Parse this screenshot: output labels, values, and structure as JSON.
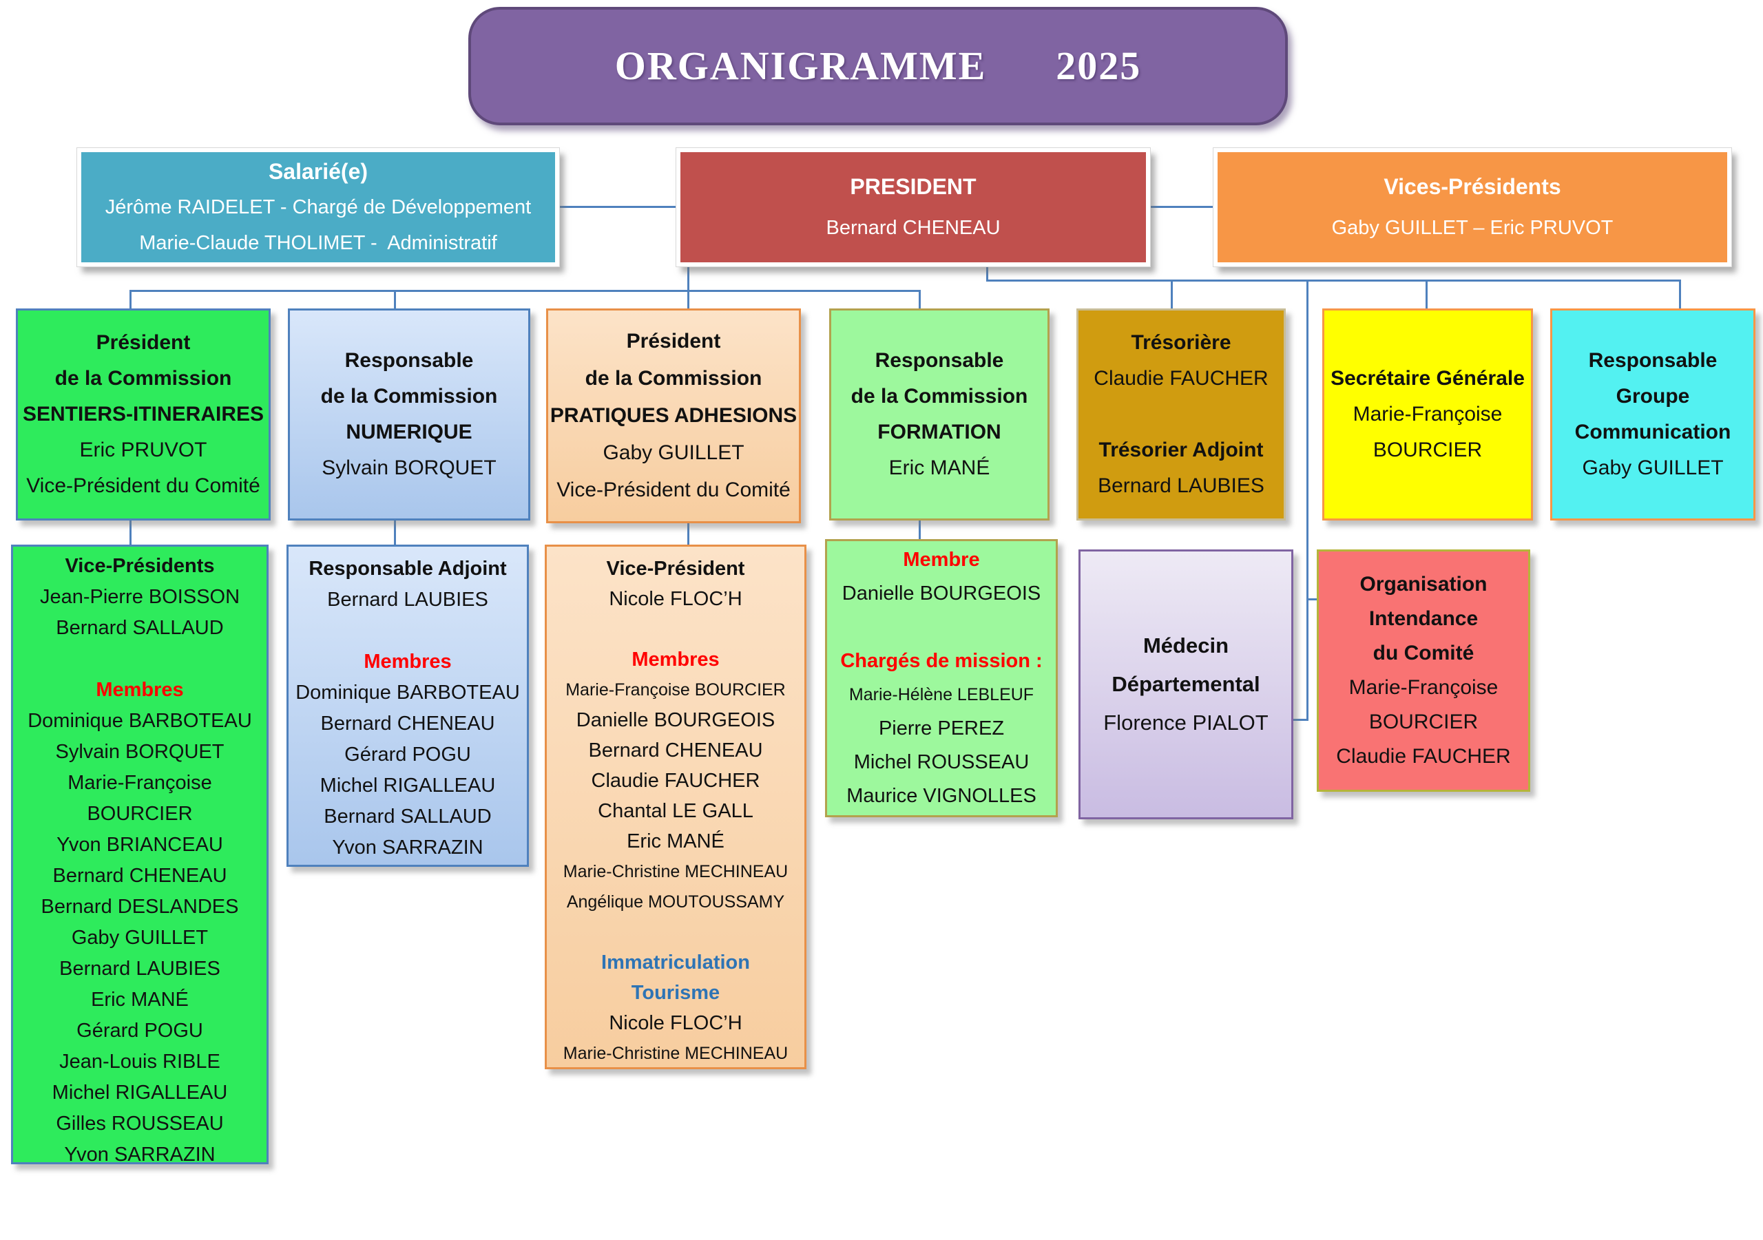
{
  "palette": {
    "connector": "#4F81BD",
    "title_bg": "#8064A2",
    "red_text": "#FF0000",
    "blue_text": "#2E74B5"
  },
  "boxes": {
    "title": {
      "text": "ORGANIGRAMME  2025",
      "bg": "#8064A2",
      "border": "#5F497A",
      "fg": "#FFFFFF"
    },
    "salarie": {
      "bg": "#4BACC6",
      "border": "#FFFFFF",
      "fg": "#FFFFFF",
      "lines": [
        {
          "t": "Salarié(e)",
          "s": "hw"
        },
        {
          "t": "Jérôme RAIDELET - Chargé de Développement",
          "s": "nw"
        },
        {
          "t": "Marie-Claude THOLIMET -  Administratif",
          "s": "nw"
        }
      ]
    },
    "president": {
      "bg": "#C0504D",
      "border": "#FFFFFF",
      "fg": "#FFFFFF",
      "lines": [
        {
          "t": "PRESIDENT",
          "s": "hw"
        },
        {
          "t": "Bernard CHENEAU",
          "s": "nw"
        }
      ]
    },
    "vices": {
      "bg": "#F79646",
      "border": "#FFFFFF",
      "fg": "#FFFFFF",
      "lines": [
        {
          "t": "Vices-Présidents",
          "s": "hw"
        },
        {
          "t": "Gaby GUILLET – Eric PRUVOT",
          "s": "nw"
        }
      ]
    },
    "sentiers": {
      "bg": "#2EEB5C",
      "border": "#4F81BD",
      "lines": [
        {
          "t": "Président",
          "s": "h"
        },
        {
          "t": "de la Commission",
          "s": "h"
        },
        {
          "t": "SENTIERS-ITINERAIRES",
          "s": "h"
        },
        {
          "t": "Eric PRUVOT",
          "s": "n"
        },
        {
          "t": "Vice-Président du Comité",
          "s": "n"
        }
      ]
    },
    "numerique": {
      "bg": "#D9E7FA",
      "bg2": "#A9C6EC",
      "border": "#4F81BD",
      "lines": [
        {
          "t": "Responsable",
          "s": "h"
        },
        {
          "t": "de la Commission",
          "s": "h"
        },
        {
          "t": "NUMERIQUE",
          "s": "h"
        },
        {
          "t": "Sylvain BORQUET",
          "s": "n"
        }
      ]
    },
    "pratiques": {
      "bg": "#FCE3C8",
      "bg2": "#F7CD9F",
      "border": "#E89048",
      "lines": [
        {
          "t": "Président",
          "s": "h"
        },
        {
          "t": "de la Commission",
          "s": "h"
        },
        {
          "t": "PRATIQUES ADHESIONS",
          "s": "h"
        },
        {
          "t": "Gaby GUILLET",
          "s": "n"
        },
        {
          "t": "Vice-Président du Comité",
          "s": "n"
        }
      ]
    },
    "formation": {
      "bg": "#9DF89D",
      "border": "#B3A24E",
      "lines": [
        {
          "t": "Responsable",
          "s": "h"
        },
        {
          "t": "de la Commission",
          "s": "h"
        },
        {
          "t": "FORMATION",
          "s": "h"
        },
        {
          "t": "Eric MANÉ",
          "s": "n"
        }
      ]
    },
    "tresoriere": {
      "bg": "#D09C10",
      "border": "#C8BD96",
      "lines": [
        {
          "t": "Trésorière",
          "s": "h"
        },
        {
          "t": "Claudie FAUCHER",
          "s": "n"
        },
        {
          "t": "",
          "s": "gap"
        },
        {
          "t": "Trésorier Adjoint",
          "s": "h"
        },
        {
          "t": "Bernard LAUBIES",
          "s": "n"
        }
      ]
    },
    "secretaire": {
      "bg": "#FFFF00",
      "border": "#F79646",
      "lines": [
        {
          "t": "Secrétaire Générale",
          "s": "h"
        },
        {
          "t": "Marie-Françoise",
          "s": "n"
        },
        {
          "t": "BOURCIER",
          "s": "n"
        }
      ]
    },
    "communication": {
      "bg": "#53F1F1",
      "border": "#F79646",
      "lines": [
        {
          "t": "Responsable",
          "s": "h"
        },
        {
          "t": "Groupe",
          "s": "h"
        },
        {
          "t": "Communication",
          "s": "h"
        },
        {
          "t": "Gaby GUILLET",
          "s": "n"
        }
      ]
    },
    "vps": {
      "bg": "#2EEB5C",
      "border": "#4F81BD",
      "lines": [
        {
          "t": "Vice-Présidents",
          "s": "h"
        },
        {
          "t": "Jean-Pierre BOISSON",
          "s": "n"
        },
        {
          "t": "Bernard SALLAUD",
          "s": "n"
        },
        {
          "t": "",
          "s": "gap"
        },
        {
          "t": "Membres",
          "s": "r"
        },
        {
          "t": "Dominique BARBOTEAU",
          "s": "n"
        },
        {
          "t": "Sylvain BORQUET",
          "s": "n"
        },
        {
          "t": "Marie-Françoise",
          "s": "n"
        },
        {
          "t": "BOURCIER",
          "s": "n"
        },
        {
          "t": "Yvon BRIANCEAU",
          "s": "n"
        },
        {
          "t": "Bernard CHENEAU",
          "s": "n"
        },
        {
          "t": "Bernard DESLANDES",
          "s": "n"
        },
        {
          "t": "Gaby GUILLET",
          "s": "n"
        },
        {
          "t": "Bernard LAUBIES",
          "s": "n"
        },
        {
          "t": "Eric MANÉ",
          "s": "n"
        },
        {
          "t": "Gérard POGU",
          "s": "n"
        },
        {
          "t": "Jean-Louis RIBLE",
          "s": "n"
        },
        {
          "t": "Michel RIGALLEAU",
          "s": "n"
        },
        {
          "t": "Gilles ROUSSEAU",
          "s": "n"
        },
        {
          "t": "Yvon SARRAZIN",
          "s": "n"
        }
      ]
    },
    "resp_adjoint": {
      "bg": "#D9E7FA",
      "bg2": "#A9C6EC",
      "border": "#4F81BD",
      "lines": [
        {
          "t": "Responsable Adjoint",
          "s": "h"
        },
        {
          "t": "Bernard LAUBIES",
          "s": "n"
        },
        {
          "t": "",
          "s": "gap"
        },
        {
          "t": "Membres",
          "s": "r"
        },
        {
          "t": "Dominique BARBOTEAU",
          "s": "n"
        },
        {
          "t": "Bernard CHENEAU",
          "s": "n"
        },
        {
          "t": "Gérard POGU",
          "s": "n"
        },
        {
          "t": "Michel RIGALLEAU",
          "s": "n"
        },
        {
          "t": "Bernard SALLAUD",
          "s": "n"
        },
        {
          "t": "Yvon SARRAZIN",
          "s": "n"
        }
      ]
    },
    "vp_nicole": {
      "bg": "#FCE3C8",
      "bg2": "#F7CD9F",
      "border": "#E89048",
      "lines": [
        {
          "t": "Vice-Président",
          "s": "h"
        },
        {
          "t": "Nicole FLOC’H",
          "s": "n"
        },
        {
          "t": "",
          "s": "gap"
        },
        {
          "t": "Membres",
          "s": "r"
        },
        {
          "t": "Marie-Françoise BOURCIER",
          "s": "ns"
        },
        {
          "t": "Danielle BOURGEOIS",
          "s": "n"
        },
        {
          "t": "Bernard CHENEAU",
          "s": "n"
        },
        {
          "t": "Claudie FAUCHER",
          "s": "n"
        },
        {
          "t": "Chantal LE GALL",
          "s": "n"
        },
        {
          "t": "Eric MANÉ",
          "s": "n"
        },
        {
          "t": "Marie-Christine MECHINEAU",
          "s": "ns"
        },
        {
          "t": "Angélique MOUTOUSSAMY",
          "s": "ns"
        },
        {
          "t": "",
          "s": "gap"
        },
        {
          "t": "Immatriculation",
          "s": "b"
        },
        {
          "t": "Tourisme",
          "s": "b"
        },
        {
          "t": "Nicole FLOC’H",
          "s": "n"
        },
        {
          "t": "Marie-Christine MECHINEAU",
          "s": "ns"
        }
      ]
    },
    "membre_formation": {
      "bg": "#9DF89D",
      "border": "#B3A24E",
      "lines": [
        {
          "t": "Membre",
          "s": "r"
        },
        {
          "t": "Danielle BOURGEOIS",
          "s": "n"
        },
        {
          "t": "",
          "s": "gap"
        },
        {
          "t": "Chargés de mission :",
          "s": "r"
        },
        {
          "t": "Marie-Hélène LEBLEUF",
          "s": "ns"
        },
        {
          "t": "Pierre PEREZ",
          "s": "n"
        },
        {
          "t": "Michel ROUSSEAU",
          "s": "n"
        },
        {
          "t": "Maurice VIGNOLLES",
          "s": "n"
        }
      ]
    },
    "medecin": {
      "bg": "#EEEAF5",
      "bg2": "#C9BCE2",
      "border": "#8064A2",
      "lines": [
        {
          "t": "Médecin",
          "s": "h"
        },
        {
          "t": "Départemental",
          "s": "h"
        },
        {
          "t": "Florence PIALOT",
          "s": "n"
        }
      ]
    },
    "organisation": {
      "bg": "#F97373",
      "border": "#B5B53A",
      "lines": [
        {
          "t": "Organisation",
          "s": "h"
        },
        {
          "t": "Intendance",
          "s": "h"
        },
        {
          "t": "du Comité",
          "s": "h"
        },
        {
          "t": "Marie-Françoise",
          "s": "n"
        },
        {
          "t": "BOURCIER",
          "s": "n"
        },
        {
          "t": "Claudie FAUCHER",
          "s": "n"
        }
      ]
    }
  }
}
